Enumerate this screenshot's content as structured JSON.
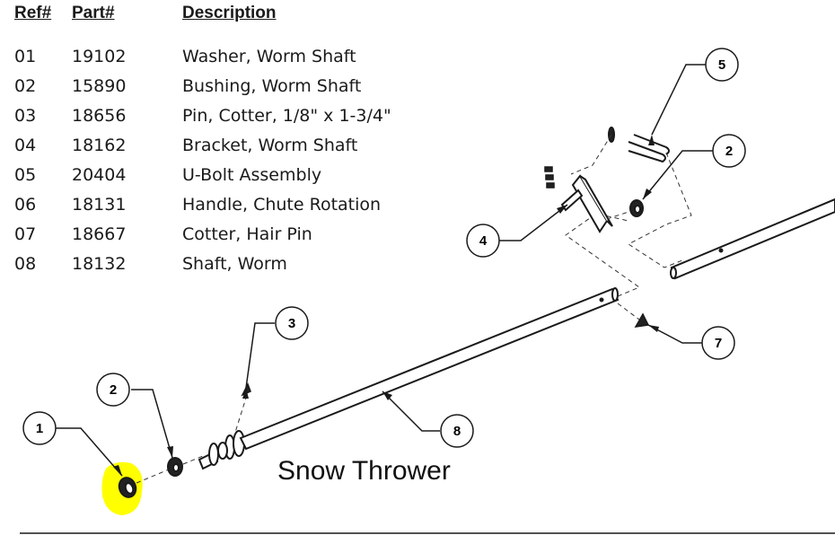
{
  "table": {
    "headers": {
      "ref": "Ref#",
      "part": "Part#",
      "description": "Description"
    },
    "rows": [
      {
        "ref": "01",
        "part": "19102",
        "description": "Washer, Worm Shaft"
      },
      {
        "ref": "02",
        "part": "15890",
        "description": "Bushing, Worm Shaft"
      },
      {
        "ref": "03",
        "part": "18656",
        "description": "Pin, Cotter, 1/8\" x 1-3/4\""
      },
      {
        "ref": "04",
        "part": "18162",
        "description": "Bracket, Worm Shaft"
      },
      {
        "ref": "05",
        "part": "20404",
        "description": "U-Bolt Assembly"
      },
      {
        "ref": "06",
        "part": "18131",
        "description": "Handle, Chute Rotation"
      },
      {
        "ref": "07",
        "part": "18667",
        "description": "Cotter, Hair Pin"
      },
      {
        "ref": "08",
        "part": "18132",
        "description": "Shaft, Worm"
      }
    ]
  },
  "caption": "Snow Thrower",
  "callouts": {
    "c1": "1",
    "c2a": "2",
    "c3": "3",
    "c8": "8",
    "c4": "4",
    "c5": "5",
    "c2b": "2",
    "c7": "7"
  },
  "colors": {
    "highlight": "#ffff00",
    "ink": "#1a1a1a"
  }
}
